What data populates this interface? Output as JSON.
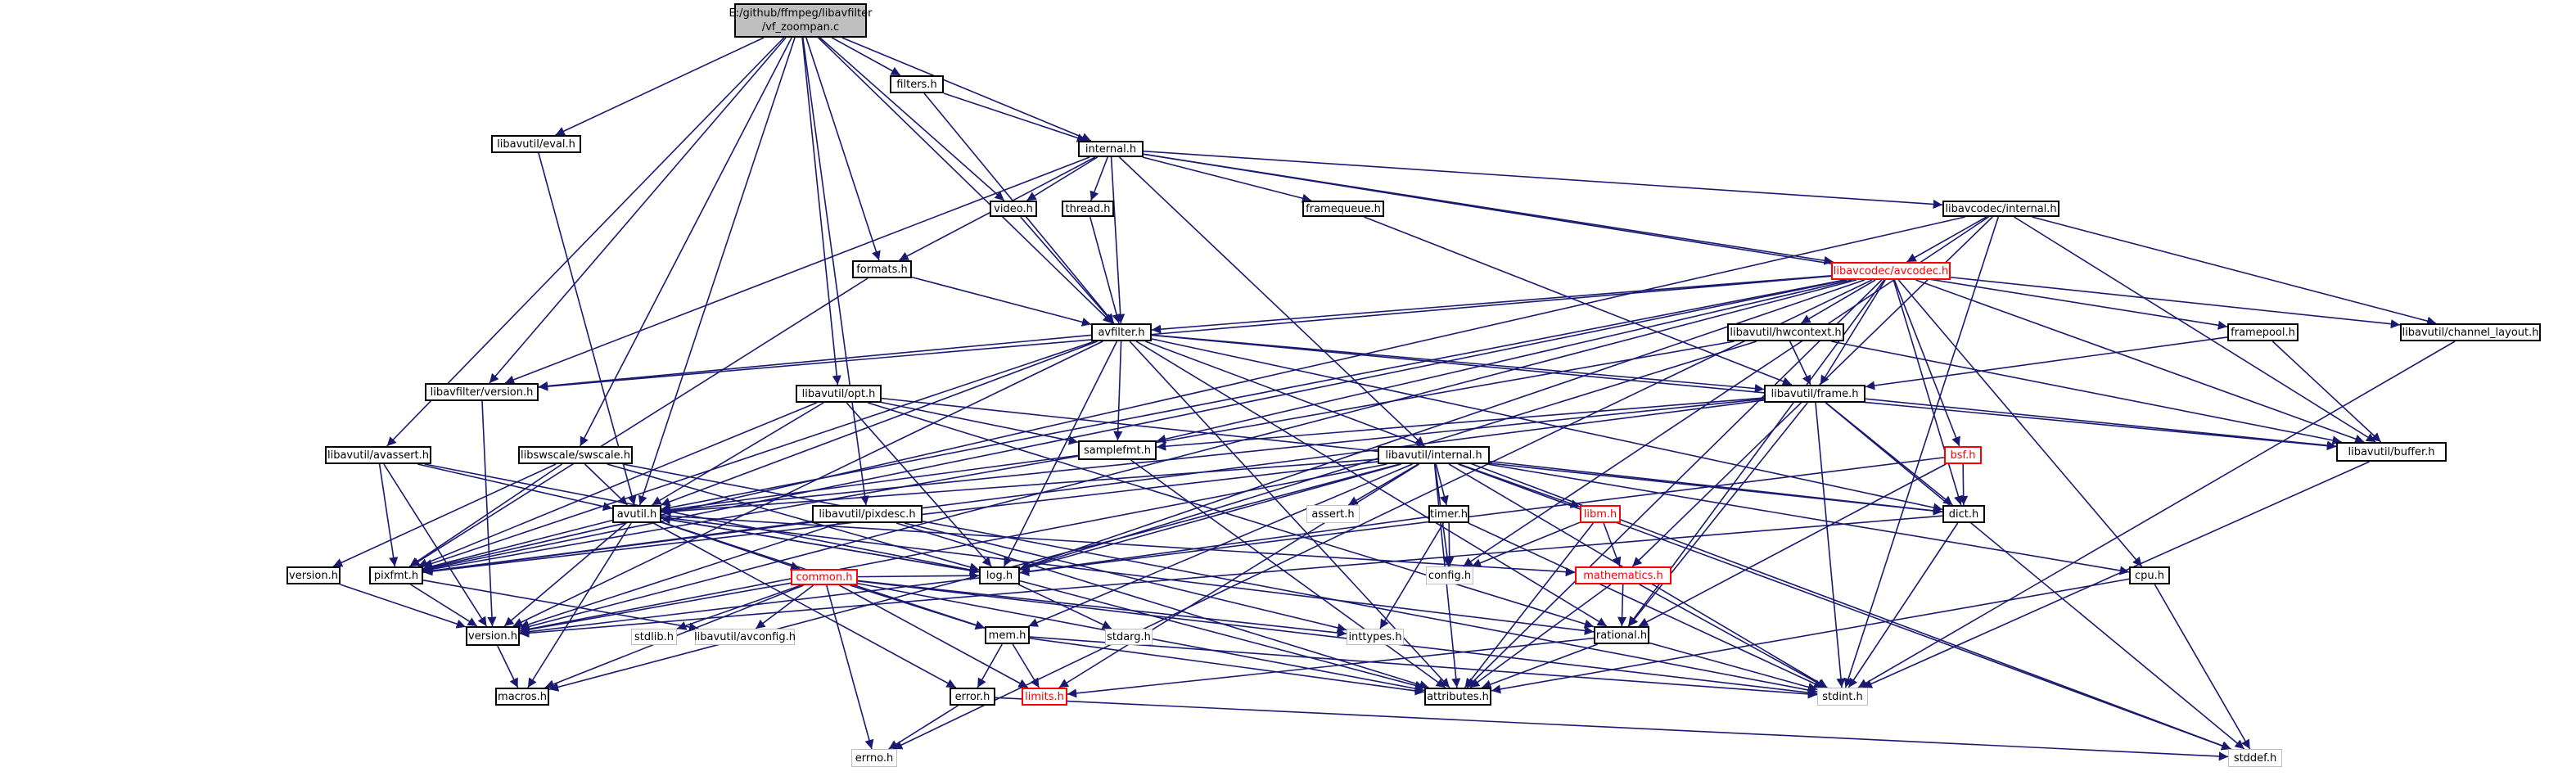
{
  "diagram": {
    "title_lines": [
      "E:/github/ffmpeg/libavfilter",
      "/vf_zoompan.c"
    ],
    "edge_color": "#191970",
    "nodes": [
      {
        "id": "root",
        "label": "E:/github/ffmpeg/libavfilter\n/vf_zoompan.c",
        "kind": "root"
      },
      {
        "id": "filters",
        "label": "filters.h",
        "kind": "normal"
      },
      {
        "id": "eval",
        "label": "libavutil/eval.h",
        "kind": "normal"
      },
      {
        "id": "internal",
        "label": "internal.h",
        "kind": "normal"
      },
      {
        "id": "video",
        "label": "video.h",
        "kind": "normal"
      },
      {
        "id": "thread",
        "label": "thread.h",
        "kind": "normal"
      },
      {
        "id": "framequeue",
        "label": "framequeue.h",
        "kind": "normal"
      },
      {
        "id": "avcinternal",
        "label": "libavcodec/internal.h",
        "kind": "normal"
      },
      {
        "id": "formats",
        "label": "formats.h",
        "kind": "normal"
      },
      {
        "id": "avcodec",
        "label": "libavcodec/avcodec.h",
        "kind": "red"
      },
      {
        "id": "avfilter",
        "label": "avfilter.h",
        "kind": "normal"
      },
      {
        "id": "hwcontext",
        "label": "libavutil/hwcontext.h",
        "kind": "normal"
      },
      {
        "id": "framepool",
        "label": "framepool.h",
        "kind": "normal"
      },
      {
        "id": "chlayout",
        "label": "libavutil/channel_layout.h",
        "kind": "normal"
      },
      {
        "id": "lfversion",
        "label": "libavfilter/version.h",
        "kind": "normal"
      },
      {
        "id": "opt",
        "label": "libavutil/opt.h",
        "kind": "normal"
      },
      {
        "id": "frame",
        "label": "libavutil/frame.h",
        "kind": "normal"
      },
      {
        "id": "avassert",
        "label": "libavutil/avassert.h",
        "kind": "normal"
      },
      {
        "id": "swscale",
        "label": "libswscale/swscale.h",
        "kind": "normal"
      },
      {
        "id": "samplefmt",
        "label": "samplefmt.h",
        "kind": "normal"
      },
      {
        "id": "utilinternal",
        "label": "libavutil/internal.h",
        "kind": "normal"
      },
      {
        "id": "bsf",
        "label": "bsf.h",
        "kind": "red"
      },
      {
        "id": "buffer",
        "label": "libavutil/buffer.h",
        "kind": "normal"
      },
      {
        "id": "avutil",
        "label": "avutil.h",
        "kind": "normal"
      },
      {
        "id": "pixdesc",
        "label": "libavutil/pixdesc.h",
        "kind": "normal"
      },
      {
        "id": "asserth",
        "label": "assert.h",
        "kind": "grey"
      },
      {
        "id": "timer",
        "label": "timer.h",
        "kind": "normal"
      },
      {
        "id": "libm",
        "label": "libm.h",
        "kind": "red"
      },
      {
        "id": "dict",
        "label": "dict.h",
        "kind": "normal"
      },
      {
        "id": "versionh",
        "label": "version.h",
        "kind": "normal"
      },
      {
        "id": "pixfmt",
        "label": "pixfmt.h",
        "kind": "normal"
      },
      {
        "id": "common",
        "label": "common.h",
        "kind": "red"
      },
      {
        "id": "log",
        "label": "log.h",
        "kind": "normal"
      },
      {
        "id": "config",
        "label": "config.h",
        "kind": "grey"
      },
      {
        "id": "mathematics",
        "label": "mathematics.h",
        "kind": "red"
      },
      {
        "id": "cpu",
        "label": "cpu.h",
        "kind": "normal"
      },
      {
        "id": "version",
        "label": "version.h",
        "kind": "normal"
      },
      {
        "id": "stdlib",
        "label": "stdlib.h",
        "kind": "grey"
      },
      {
        "id": "avconfig",
        "label": "libavutil/avconfig.h",
        "kind": "grey"
      },
      {
        "id": "mem",
        "label": "mem.h",
        "kind": "normal"
      },
      {
        "id": "stdarg",
        "label": "stdarg.h",
        "kind": "grey"
      },
      {
        "id": "inttypes",
        "label": "inttypes.h",
        "kind": "grey"
      },
      {
        "id": "rational",
        "label": "rational.h",
        "kind": "normal"
      },
      {
        "id": "macros",
        "label": "macros.h",
        "kind": "normal"
      },
      {
        "id": "error",
        "label": "error.h",
        "kind": "normal"
      },
      {
        "id": "limits",
        "label": "limits.h",
        "kind": "red"
      },
      {
        "id": "attributes",
        "label": "attributes.h",
        "kind": "normal"
      },
      {
        "id": "stdint",
        "label": "stdint.h",
        "kind": "grey"
      },
      {
        "id": "errno",
        "label": "errno.h",
        "kind": "grey"
      },
      {
        "id": "stddef",
        "label": "stddef.h",
        "kind": "grey"
      }
    ],
    "edges": [
      [
        "root",
        "filters"
      ],
      [
        "root",
        "eval"
      ],
      [
        "root",
        "internal"
      ],
      [
        "root",
        "video"
      ],
      [
        "root",
        "formats"
      ],
      [
        "root",
        "avfilter"
      ],
      [
        "root",
        "lfversion"
      ],
      [
        "root",
        "opt"
      ],
      [
        "root",
        "avassert"
      ],
      [
        "root",
        "swscale"
      ],
      [
        "root",
        "pixdesc"
      ],
      [
        "root",
        "avutil"
      ],
      [
        "filters",
        "internal"
      ],
      [
        "filters",
        "avfilter"
      ],
      [
        "eval",
        "avutil"
      ],
      [
        "internal",
        "video"
      ],
      [
        "internal",
        "thread"
      ],
      [
        "internal",
        "framequeue"
      ],
      [
        "internal",
        "avcinternal"
      ],
      [
        "internal",
        "formats"
      ],
      [
        "internal",
        "avcodec"
      ],
      [
        "internal",
        "avfilter"
      ],
      [
        "internal",
        "framepool"
      ],
      [
        "internal",
        "utilinternal"
      ],
      [
        "internal",
        "lfversion"
      ],
      [
        "video",
        "avfilter"
      ],
      [
        "thread",
        "avfilter"
      ],
      [
        "framequeue",
        "frame"
      ],
      [
        "avcinternal",
        "avcodec"
      ],
      [
        "avcinternal",
        "buffer"
      ],
      [
        "avcinternal",
        "chlayout"
      ],
      [
        "avcinternal",
        "mathematics"
      ],
      [
        "avcinternal",
        "stdint"
      ],
      [
        "avcinternal",
        "config"
      ],
      [
        "avcinternal",
        "pixfmt"
      ],
      [
        "formats",
        "avfilter"
      ],
      [
        "formats",
        "pixfmt"
      ],
      [
        "avcodec",
        "avfilter"
      ],
      [
        "avcodec",
        "hwcontext"
      ],
      [
        "avcodec",
        "chlayout"
      ],
      [
        "avcodec",
        "frame"
      ],
      [
        "avcodec",
        "bsf"
      ],
      [
        "avcodec",
        "buffer"
      ],
      [
        "avcodec",
        "dict"
      ],
      [
        "avcodec",
        "samplefmt"
      ],
      [
        "avcodec",
        "avutil"
      ],
      [
        "avcodec",
        "cpu"
      ],
      [
        "avcodec",
        "log"
      ],
      [
        "avcodec",
        "pixfmt"
      ],
      [
        "avcodec",
        "rational"
      ],
      [
        "avcodec",
        "attributes"
      ],
      [
        "avcodec",
        "lfversion"
      ],
      [
        "avcodec",
        "errno"
      ],
      [
        "avcodec",
        "version"
      ],
      [
        "avfilter",
        "frame"
      ],
      [
        "avfilter",
        "samplefmt"
      ],
      [
        "avfilter",
        "dict"
      ],
      [
        "avfilter",
        "avutil"
      ],
      [
        "avfilter",
        "buffer"
      ],
      [
        "avfilter",
        "log"
      ],
      [
        "avfilter",
        "pixfmt"
      ],
      [
        "avfilter",
        "attributes"
      ],
      [
        "avfilter",
        "rational"
      ],
      [
        "avfilter",
        "lfversion"
      ],
      [
        "avfilter",
        "stddef"
      ],
      [
        "avfilter",
        "version"
      ],
      [
        "hwcontext",
        "frame"
      ],
      [
        "hwcontext",
        "buffer"
      ],
      [
        "hwcontext",
        "pixfmt"
      ],
      [
        "hwcontext",
        "log"
      ],
      [
        "framepool",
        "frame"
      ],
      [
        "framepool",
        "buffer"
      ],
      [
        "chlayout",
        "stdint"
      ],
      [
        "lfversion",
        "version"
      ],
      [
        "opt",
        "samplefmt"
      ],
      [
        "opt",
        "dict"
      ],
      [
        "opt",
        "avutil"
      ],
      [
        "opt",
        "log"
      ],
      [
        "opt",
        "pixfmt"
      ],
      [
        "opt",
        "rational"
      ],
      [
        "frame",
        "samplefmt"
      ],
      [
        "frame",
        "dict"
      ],
      [
        "frame",
        "avutil"
      ],
      [
        "frame",
        "buffer"
      ],
      [
        "frame",
        "rational"
      ],
      [
        "frame",
        "stddef"
      ],
      [
        "frame",
        "stdint"
      ],
      [
        "frame",
        "pixfmt"
      ],
      [
        "avassert",
        "avutil"
      ],
      [
        "avassert",
        "log"
      ],
      [
        "avassert",
        "pixfmt"
      ],
      [
        "avassert",
        "version"
      ],
      [
        "swscale",
        "avutil"
      ],
      [
        "swscale",
        "log"
      ],
      [
        "swscale",
        "pixfmt"
      ],
      [
        "swscale",
        "versionh"
      ],
      [
        "swscale",
        "stdint"
      ],
      [
        "samplefmt",
        "avutil"
      ],
      [
        "samplefmt",
        "attributes"
      ],
      [
        "utilinternal",
        "avutil"
      ],
      [
        "utilinternal",
        "asserth"
      ],
      [
        "utilinternal",
        "timer"
      ],
      [
        "utilinternal",
        "libm"
      ],
      [
        "utilinternal",
        "dict"
      ],
      [
        "utilinternal",
        "pixfmt"
      ],
      [
        "utilinternal",
        "log"
      ],
      [
        "utilinternal",
        "config"
      ],
      [
        "utilinternal",
        "stdint"
      ],
      [
        "utilinternal",
        "stddef"
      ],
      [
        "utilinternal",
        "cpu"
      ],
      [
        "utilinternal",
        "limits"
      ],
      [
        "utilinternal",
        "mem"
      ],
      [
        "utilinternal",
        "version"
      ],
      [
        "utilinternal",
        "macros"
      ],
      [
        "utilinternal",
        "attributes"
      ],
      [
        "bsf",
        "dict"
      ],
      [
        "bsf",
        "rational"
      ],
      [
        "bsf",
        "log"
      ],
      [
        "buffer",
        "stdint"
      ],
      [
        "avutil",
        "pixfmt"
      ],
      [
        "avutil",
        "common"
      ],
      [
        "avutil",
        "log"
      ],
      [
        "avutil",
        "mathematics"
      ],
      [
        "avutil",
        "rational"
      ],
      [
        "avutil",
        "version"
      ],
      [
        "avutil",
        "macros"
      ],
      [
        "avutil",
        "error"
      ],
      [
        "avutil",
        "mem"
      ],
      [
        "pixdesc",
        "pixfmt"
      ],
      [
        "pixdesc",
        "version"
      ],
      [
        "pixdesc",
        "attributes"
      ],
      [
        "pixdesc",
        "inttypes"
      ],
      [
        "timer",
        "log"
      ],
      [
        "timer",
        "config"
      ],
      [
        "timer",
        "inttypes"
      ],
      [
        "timer",
        "stdint"
      ],
      [
        "libm",
        "config"
      ],
      [
        "libm",
        "attributes"
      ],
      [
        "libm",
        "mathematics"
      ],
      [
        "dict",
        "stdint"
      ],
      [
        "dict",
        "version"
      ],
      [
        "versionh",
        "version"
      ],
      [
        "pixfmt",
        "version"
      ],
      [
        "pixfmt",
        "avconfig"
      ],
      [
        "common",
        "version"
      ],
      [
        "common",
        "stdlib"
      ],
      [
        "common",
        "avconfig"
      ],
      [
        "common",
        "mem"
      ],
      [
        "common",
        "attributes"
      ],
      [
        "common",
        "errno"
      ],
      [
        "common",
        "inttypes"
      ],
      [
        "common",
        "limits"
      ],
      [
        "common",
        "macros"
      ],
      [
        "common",
        "stdint"
      ],
      [
        "common",
        "log"
      ],
      [
        "log",
        "avutil"
      ],
      [
        "log",
        "stdarg"
      ],
      [
        "log",
        "version"
      ],
      [
        "log",
        "attributes"
      ],
      [
        "mathematics",
        "rational"
      ],
      [
        "mathematics",
        "attributes"
      ],
      [
        "mathematics",
        "stdint"
      ],
      [
        "cpu",
        "attributes"
      ],
      [
        "cpu",
        "stddef"
      ],
      [
        "version",
        "macros"
      ],
      [
        "mem",
        "error"
      ],
      [
        "mem",
        "limits"
      ],
      [
        "mem",
        "attributes"
      ],
      [
        "mem",
        "stdint"
      ],
      [
        "rational",
        "attributes"
      ],
      [
        "rational",
        "stdint"
      ],
      [
        "rational",
        "limits"
      ],
      [
        "error",
        "errno"
      ],
      [
        "error",
        "stddef"
      ]
    ]
  }
}
